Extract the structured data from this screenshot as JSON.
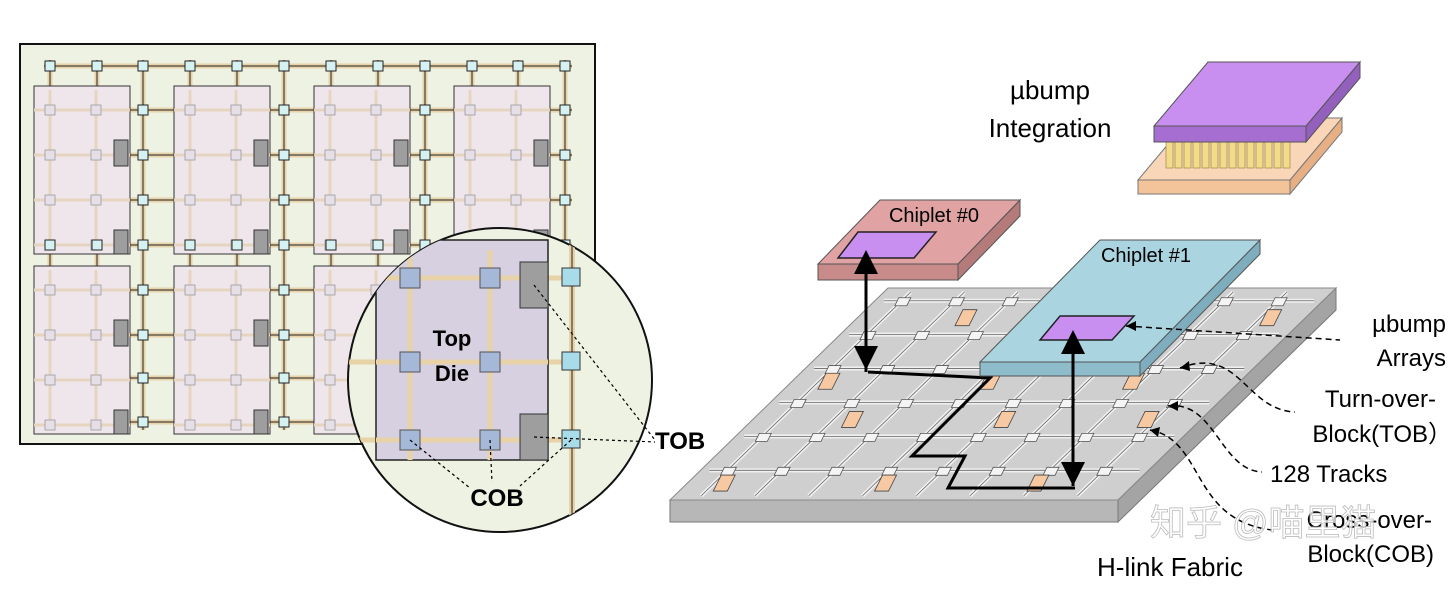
{
  "left_diagram": {
    "zoom_label_top": "Top",
    "zoom_label_bottom": "Die",
    "tob_label": "TOB",
    "cob_label": "COB"
  },
  "right_diagram": {
    "ubump_integration_line1": "µbump",
    "ubump_integration_line2": "Integration",
    "chiplet0_label": "Chiplet #0",
    "chiplet1_label": "Chiplet #1",
    "ubump_arrays_line1": "µbump",
    "ubump_arrays_line2": "Arrays",
    "tob_line1": "Turn-over-",
    "tob_line2": "Block(TOB）",
    "tracks_label": "128 Tracks",
    "cob_line1": "Cross-over-",
    "cob_line2": "Block(COB)",
    "fabric_label": "H-link Fabric"
  },
  "watermark": "知乎 @喵里猫",
  "colors": {
    "board_fill": "#eef2e3",
    "tile_fill": "#efe6ec",
    "node_fill": "#d6f1f1",
    "wire": "#e8d2a8",
    "chiplet0": "#e0a2a2",
    "chiplet1": "#a9d4e0",
    "pad_purple": "#c98ff0",
    "pad_orange": "#f7c9a3",
    "fabric": "#c8c8c8"
  }
}
